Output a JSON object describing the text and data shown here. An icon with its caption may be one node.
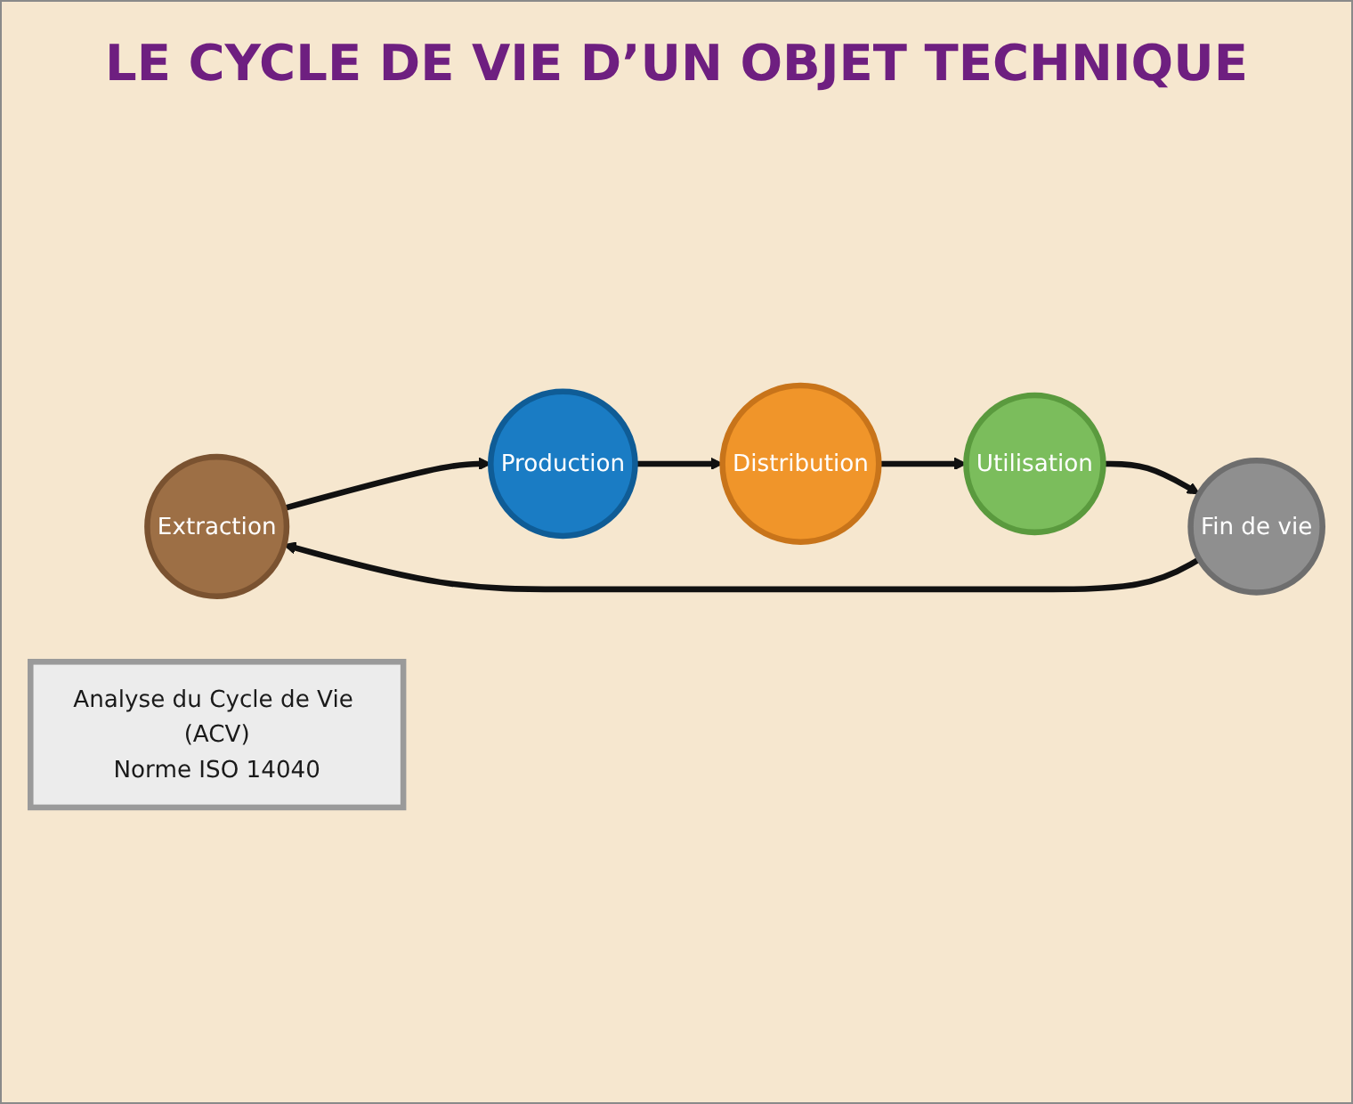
{
  "diagram": {
    "title": "LE CYCLE DE VIE D’UN OBJET TECHNIQUE",
    "nodes": [
      {
        "text": [
          "Extraction"
        ]
      },
      {
        "text": [
          "Production"
        ]
      },
      {
        "text": [
          "Distribution"
        ]
      },
      {
        "text": [
          "Utilisation"
        ]
      },
      {
        "text": [
          "Fin de vie"
        ]
      },
      {
        "text": [
          "Analyse du Cycle de Vie (ACV)",
          "Norme ISO 14040"
        ]
      }
    ],
    "edges": [
      {
        "from": 0,
        "to": 1,
        "arrow": "to"
      },
      {
        "from": 1,
        "to": 2,
        "arrow": "to"
      },
      {
        "from": 2,
        "to": 3,
        "arrow": "to"
      },
      {
        "from": 3,
        "to": 4,
        "arrow": "to"
      },
      {
        "from": 4,
        "to": 0,
        "arrow": "to"
      }
    ]
  }
}
